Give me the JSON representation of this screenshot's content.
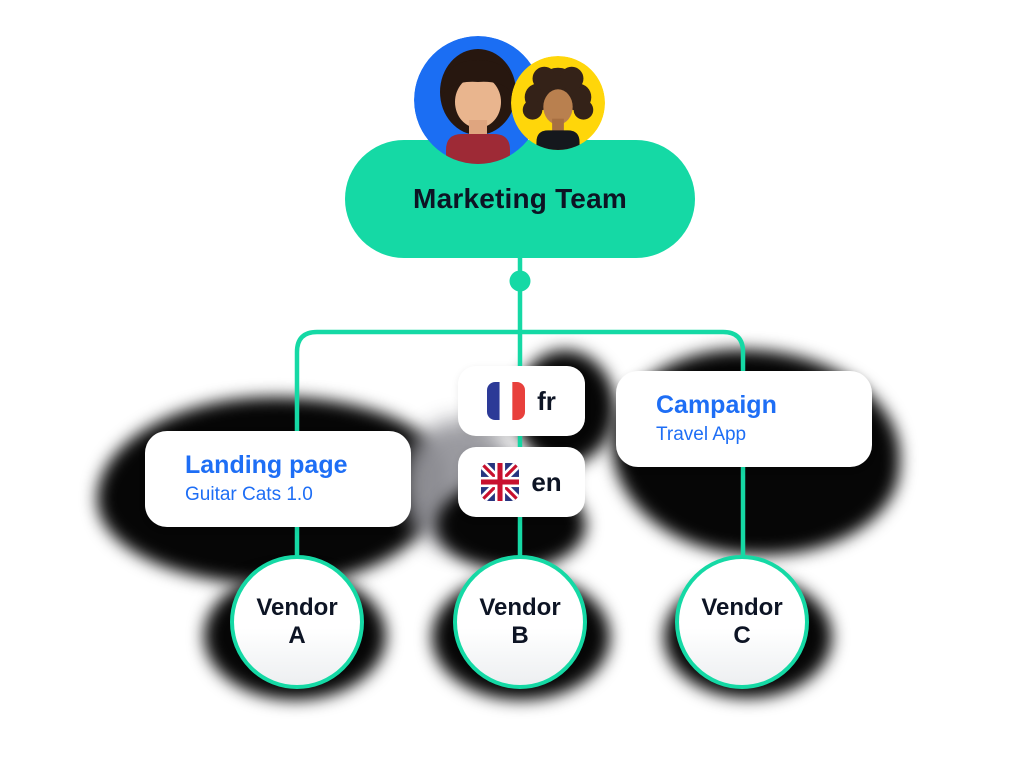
{
  "illustration": {
    "team_node": {
      "label": "Marketing Team"
    },
    "avatars": [
      {
        "icon": "woman-bob-avatar-icon",
        "bg": "#1B6EF3"
      },
      {
        "icon": "woman-curly-avatar-icon",
        "bg": "#FFD60A"
      }
    ],
    "cards": {
      "landing_page": {
        "title": "Landing page",
        "subtitle": "Guitar Cats 1.0"
      },
      "campaign": {
        "title": "Campaign",
        "subtitle": "Travel App"
      }
    },
    "locales": [
      {
        "code": "fr",
        "flag_icon": "france-flag-icon"
      },
      {
        "code": "en",
        "flag_icon": "uk-flag-icon"
      }
    ],
    "vendors": [
      {
        "line1": "Vendor",
        "line2": "A"
      },
      {
        "line1": "Vendor",
        "line2": "B"
      },
      {
        "line1": "Vendor",
        "line2": "C"
      }
    ]
  },
  "colors": {
    "accent_green": "#15D9A5",
    "link_blue": "#1E6EF5",
    "text_dark": "#0D1424",
    "shadow_black": "#060606",
    "shadow_gray": "#95959B",
    "avatar_blue": "#1B6EF3",
    "avatar_yellow": "#FFD60A",
    "card_white": "#FFFFFF"
  }
}
